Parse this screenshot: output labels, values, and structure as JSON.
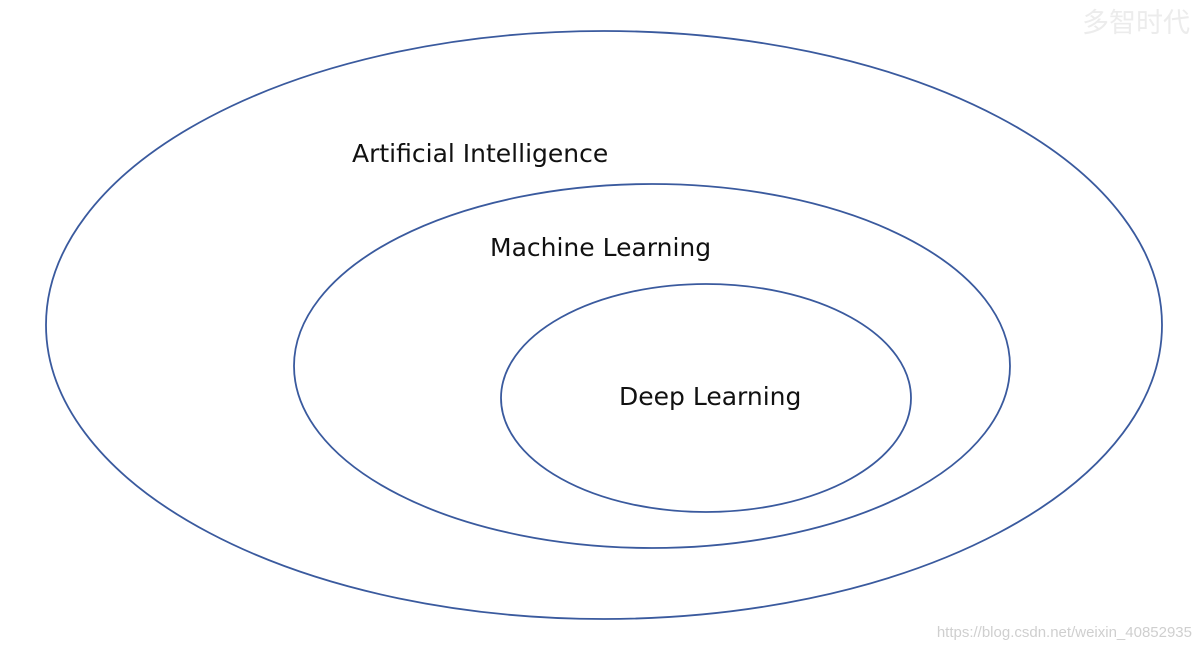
{
  "diagram": {
    "type": "nested-ellipses",
    "outer_label": "Artificial Intelligence",
    "middle_label": "Machine Learning",
    "inner_label": "Deep Learning",
    "ring_color": "#3a5a9e"
  },
  "watermark": {
    "top_right": "多智时代",
    "bottom_right": "https://blog.csdn.net/weixin_40852935"
  }
}
